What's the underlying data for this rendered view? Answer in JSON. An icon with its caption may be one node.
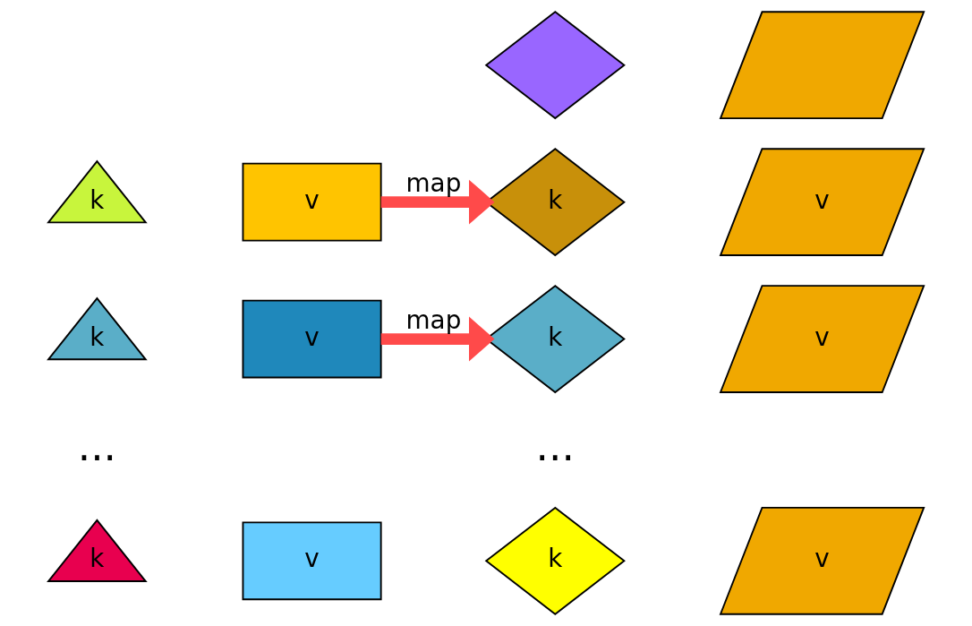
{
  "diagram": {
    "nodes": [
      {
        "text": [],
        "shape": "diamond"
      },
      {
        "text": [],
        "shape": "parallelogram"
      },
      {
        "text": [
          "k"
        ]
      },
      {
        "text": [
          "v"
        ]
      },
      {
        "text": [
          "k"
        ]
      },
      {
        "text": [
          "v"
        ]
      },
      {
        "text": [
          "k"
        ]
      },
      {
        "text": [
          "v"
        ]
      },
      {
        "text": [
          "k"
        ]
      },
      {
        "text": [
          "v"
        ]
      },
      {
        "text": [
          "k"
        ]
      },
      {
        "text": [
          "v"
        ]
      },
      {
        "text": [
          "k"
        ]
      },
      {
        "text": [
          "v"
        ]
      }
    ],
    "edges": [
      {
        "from": 3,
        "to": 4,
        "arrow": "to",
        "label": "map"
      },
      {
        "from": 7,
        "to": 8,
        "arrow": "to",
        "label": "map"
      }
    ],
    "labels": [
      "...",
      "..."
    ]
  }
}
